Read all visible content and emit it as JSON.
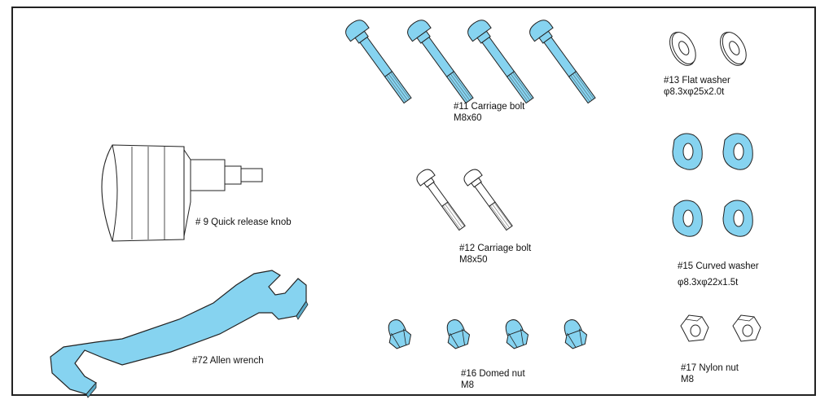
{
  "parts": {
    "quick_release_knob": {
      "label": "# 9 Quick release knob"
    },
    "carriage_bolt_60": {
      "label": "#11 Carriage bolt",
      "size": "M8x60",
      "count": 4
    },
    "carriage_bolt_50": {
      "label": "#12 Carriage bolt",
      "size": "M8x50",
      "count": 2
    },
    "flat_washer": {
      "label": "#13 Flat washer",
      "size": "φ8.3xφ25x2.0t",
      "count": 2
    },
    "curved_washer": {
      "label": "#15 Curved washer",
      "size": "φ8.3xφ22x1.5t",
      "count": 4
    },
    "domed_nut": {
      "label": "#16 Domed nut",
      "size": "M8",
      "count": 4
    },
    "nylon_nut": {
      "label": "#17 Nylon nut",
      "size": "M8",
      "count": 2
    },
    "allen_wrench": {
      "label": "#72 Allen wrench"
    }
  },
  "colors": {
    "part_fill": "#86d3f0",
    "outline": "#222222",
    "plain_fill": "#ffffff"
  }
}
